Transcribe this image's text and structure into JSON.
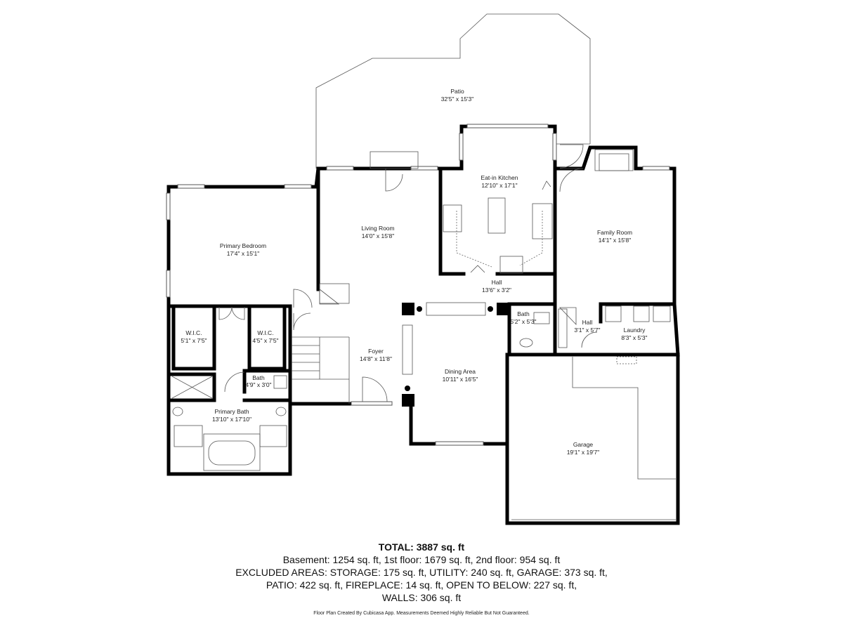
{
  "rooms": {
    "patio": {
      "name": "Patio",
      "dims": "32'5\" x 15'3\""
    },
    "eat_in_kitchen": {
      "name": "Eat-in Kitchen",
      "dims": "12'10\" x 17'1\""
    },
    "living_room": {
      "name": "Living Room",
      "dims": "14'0\" x 15'8\""
    },
    "family_room": {
      "name": "Family Room",
      "dims": "14'1\" x 15'8\""
    },
    "primary_bedroom": {
      "name": "Primary Bedroom",
      "dims": "17'4\" x 15'1\""
    },
    "hall_main": {
      "name": "Hall",
      "dims": "13'6\" x 3'2\""
    },
    "wic_left": {
      "name": "W.I.C.",
      "dims": "5'1\" x 7'5\""
    },
    "wic_right": {
      "name": "W.I.C.",
      "dims": "4'5\" x 7'5\""
    },
    "bath_small": {
      "name": "Bath",
      "dims": "4'9\" x 3'0\""
    },
    "foyer": {
      "name": "Foyer",
      "dims": "14'8\" x 11'8\""
    },
    "dining_area": {
      "name": "Dining Area",
      "dims": "10'11\" x 16'5\""
    },
    "bath_half": {
      "name": "Bath",
      "dims": "5'2\" x 5'3\""
    },
    "hall_small": {
      "name": "Hall",
      "dims": "3'1\" x 5'7\""
    },
    "laundry": {
      "name": "Laundry",
      "dims": "8'3\" x 5'3\""
    },
    "primary_bath": {
      "name": "Primary Bath",
      "dims": "13'10\" x 17'10\""
    },
    "garage": {
      "name": "Garage",
      "dims": "19'1\" x 19'7\""
    }
  },
  "summary": {
    "total": "TOTAL: 3887 sq. ft",
    "line1": "Basement: 1254 sq. ft, 1st floor: 1679 sq. ft, 2nd floor: 954 sq. ft",
    "line2": "EXCLUDED AREAS: STORAGE: 175 sq. ft, UTILITY: 240 sq. ft, GARAGE: 373 sq. ft,",
    "line3": "PATIO: 422 sq. ft, FIREPLACE: 14 sq. ft, OPEN TO BELOW: 227 sq. ft,",
    "line4": "WALLS: 306 sq. ft"
  },
  "credit": "Floor Plan Created By Cubicasa App. Measurements Deemed Highly Reliable But Not Guaranteed."
}
